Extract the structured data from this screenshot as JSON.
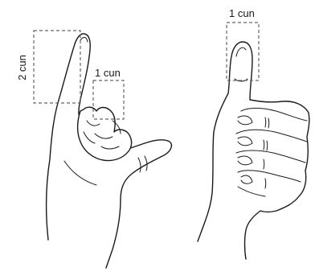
{
  "labels": {
    "left_vertical": "2 cun",
    "left_middle": "1 cun",
    "right_top": "1 cun"
  }
}
